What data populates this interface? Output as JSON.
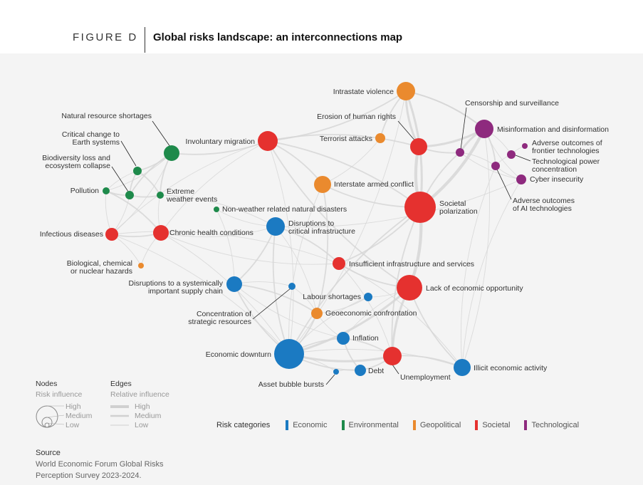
{
  "header": {
    "figure_label": "FIGURE D",
    "title": "Global risks landscape: an interconnections map"
  },
  "colors": {
    "Economic": "#1b7ac2",
    "Environmental": "#1e8a4b",
    "Geopolitical": "#ea8a2e",
    "Societal": "#e5312f",
    "Technological": "#8e2a7e",
    "edge": "#d6d6d6"
  },
  "nodes": [
    {
      "id": "intrastate_violence",
      "label": "Intrastate violence",
      "cat": "Geopolitical",
      "influence": "medium"
    },
    {
      "id": "censorship",
      "label": "Censorship and surveillance",
      "cat": "Technological",
      "influence": "low"
    },
    {
      "id": "natural_resource",
      "label": "Natural resource shortages",
      "cat": "Environmental",
      "influence": "medium"
    },
    {
      "id": "erosion_rights",
      "label": "Erosion of human rights",
      "cat": "Societal",
      "influence": "medium"
    },
    {
      "id": "misinformation",
      "label": "Misinformation and disinformation",
      "cat": "Technological",
      "influence": "medium"
    },
    {
      "id": "critical_change",
      "label": "Critical change to Earth systems",
      "cat": "Environmental",
      "influence": "low"
    },
    {
      "id": "involuntary_migration",
      "label": "Involuntary migration",
      "cat": "Societal",
      "influence": "medium"
    },
    {
      "id": "terrorist",
      "label": "Terrorist attacks",
      "cat": "Geopolitical",
      "influence": "low"
    },
    {
      "id": "adverse_frontier",
      "label": "Adverse outcomes of frontier technologies",
      "cat": "Technological",
      "influence": "low"
    },
    {
      "id": "biodiversity",
      "label": "Biodiversity loss and ecosystem collapse",
      "cat": "Environmental",
      "influence": "low"
    },
    {
      "id": "tech_power",
      "label": "Technological power concentration",
      "cat": "Technological",
      "influence": "low"
    },
    {
      "id": "cyber",
      "label": "Cyber insecurity",
      "cat": "Technological",
      "influence": "low"
    },
    {
      "id": "interstate",
      "label": "Interstate armed conflict",
      "cat": "Geopolitical",
      "influence": "medium"
    },
    {
      "id": "pollution",
      "label": "Pollution",
      "cat": "Environmental",
      "influence": "low"
    },
    {
      "id": "extreme_weather",
      "label": "Extreme weather events",
      "cat": "Environmental",
      "influence": "low"
    },
    {
      "id": "societal_polarization",
      "label": "Societal polarization",
      "cat": "Societal",
      "influence": "high"
    },
    {
      "id": "adverse_ai",
      "label": "Adverse outcomes of AI technologies",
      "cat": "Technological",
      "influence": "low"
    },
    {
      "id": "non_weather",
      "label": "Non-weather related natural disasters",
      "cat": "Environmental",
      "influence": "low"
    },
    {
      "id": "disruptions_ci",
      "label": "Disruptions to critical infrastructure",
      "cat": "Economic",
      "influence": "medium"
    },
    {
      "id": "infectious",
      "label": "Infectious diseases",
      "cat": "Societal",
      "influence": "low"
    },
    {
      "id": "chronic",
      "label": "Chronic health conditions",
      "cat": "Societal",
      "influence": "medium"
    },
    {
      "id": "insufficient_infra",
      "label": "Insufficient infrastructure and services",
      "cat": "Societal",
      "influence": "low"
    },
    {
      "id": "biological",
      "label": "Biological, chemical or nuclear hazards",
      "cat": "Geopolitical",
      "influence": "low"
    },
    {
      "id": "supply_chain",
      "label": "Disruptions to a systemically important supply chain",
      "cat": "Economic",
      "influence": "medium"
    },
    {
      "id": "lack_opportunity",
      "label": "Lack of economic opportunity",
      "cat": "Societal",
      "influence": "high"
    },
    {
      "id": "labour",
      "label": "Labour shortages",
      "cat": "Economic",
      "influence": "low"
    },
    {
      "id": "concentration_resources",
      "label": "Concentration of strategic resources",
      "cat": "Economic",
      "influence": "low"
    },
    {
      "id": "geoeconomic",
      "label": "Geoeconomic confrontation",
      "cat": "Geopolitical",
      "influence": "low"
    },
    {
      "id": "inflation",
      "label": "Inflation",
      "cat": "Economic",
      "influence": "low"
    },
    {
      "id": "economic_downturn",
      "label": "Economic downturn",
      "cat": "Economic",
      "influence": "high"
    },
    {
      "id": "unemployment",
      "label": "Unemployment",
      "cat": "Societal",
      "influence": "medium"
    },
    {
      "id": "illicit",
      "label": "Illicit economic activity",
      "cat": "Economic",
      "influence": "medium"
    },
    {
      "id": "debt",
      "label": "Debt",
      "cat": "Economic",
      "influence": "low"
    },
    {
      "id": "asset_bubble",
      "label": "Asset bubble bursts",
      "cat": "Economic",
      "influence": "low"
    }
  ],
  "legend": {
    "nodes_title": "Nodes",
    "nodes_subtitle": "Risk influence",
    "node_levels": [
      "High",
      "Medium",
      "Low"
    ],
    "edges_title": "Edges",
    "edges_subtitle": "Relative influence",
    "edge_levels": [
      "High",
      "Medium",
      "Low"
    ],
    "categories_title": "Risk categories",
    "categories": [
      "Economic",
      "Environmental",
      "Geopolitical",
      "Societal",
      "Technological"
    ]
  },
  "source": {
    "title": "Source",
    "line1": "World Economic Forum Global Risks",
    "line2": "Perception Survey 2023-2024."
  }
}
